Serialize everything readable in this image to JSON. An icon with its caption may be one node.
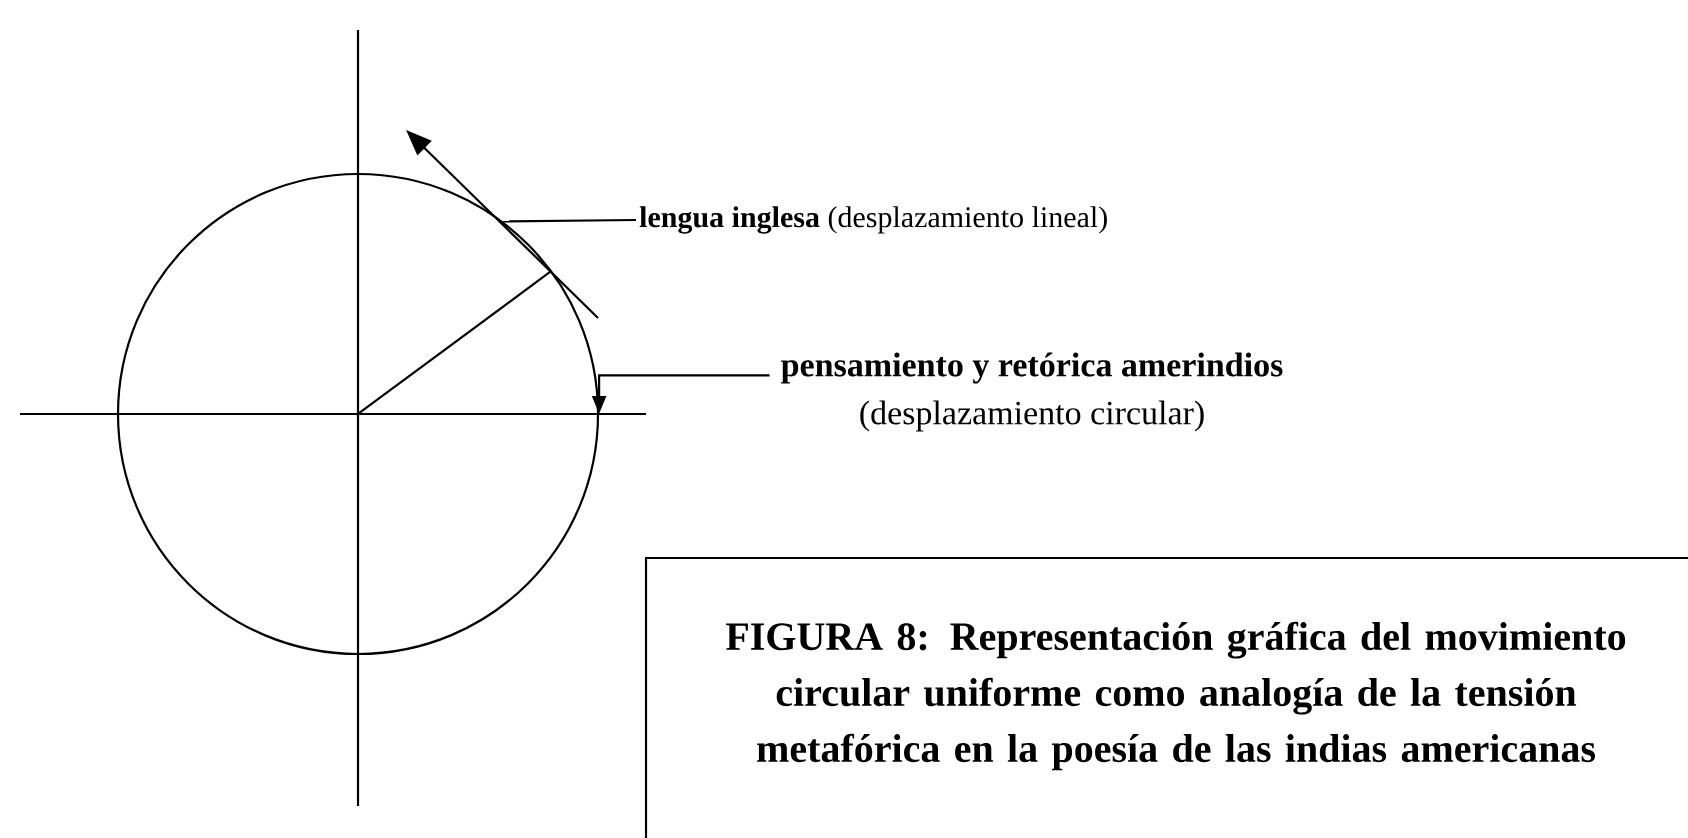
{
  "diagram": {
    "nodes": [
      {
        "text": [
          "**lengua inglesa**  (desplazamiento lineal)"
        ]
      },
      {
        "text": [
          "pensamiento y retórica amerindios",
          "(desplazamiento circular)"
        ]
      },
      {
        "text": [],
        "shape": "circle"
      },
      {
        "text": [
          "FIGURA 8: Representación gráfica del movimiento circular uniforme como analogía de la tensión metafórica en la poesía de las indias americanas"
        ]
      }
    ],
    "edges": [
      {
        "from": 0,
        "to": 2,
        "arrow": "none"
      },
      {
        "from": 1,
        "to": 2,
        "arrow": "to"
      }
    ]
  }
}
